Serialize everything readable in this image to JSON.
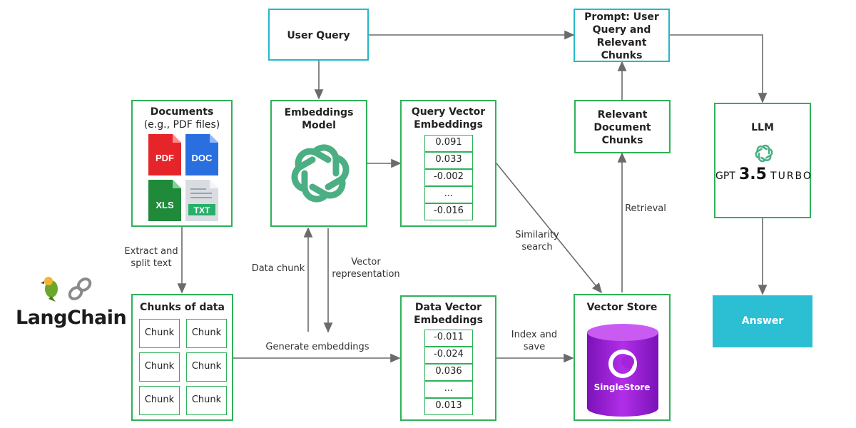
{
  "brand": {
    "name": "LangChain"
  },
  "documents": {
    "title": "Documents",
    "subtitle": "(e.g., PDF files)",
    "icons": [
      "PDF",
      "DOC",
      "XLS",
      "TXT"
    ]
  },
  "user_query": {
    "title": "User Query"
  },
  "embeddings_model": {
    "title_line1": "Embeddings",
    "title_line2": "Model"
  },
  "query_vector": {
    "title_line1": "Query Vector",
    "title_line2": "Embeddings",
    "values": [
      "0.091",
      "0.033",
      "-0.002",
      "...",
      "-0.016"
    ]
  },
  "prompt": {
    "line1": "Prompt: User",
    "line2": "Query and",
    "line3": "Relevant",
    "line4": "Chunks"
  },
  "relevant_chunks": {
    "line1": "Relevant",
    "line2": "Document",
    "line3": "Chunks"
  },
  "llm": {
    "title": "LLM",
    "model_gpt": "GPT",
    "model_version": "3.5",
    "model_turbo": "TURBO"
  },
  "chunks": {
    "title": "Chunks of data",
    "items": [
      "Chunk",
      "Chunk",
      "Chunk",
      "Chunk",
      "Chunk",
      "Chunk"
    ]
  },
  "data_vector": {
    "title_line1": "Data Vector",
    "title_line2": "Embeddings",
    "values": [
      "-0.011",
      "-0.024",
      "0.036",
      "...",
      "0.013"
    ]
  },
  "vector_store": {
    "title": "Vector Store",
    "product": "SingleStore"
  },
  "answer": {
    "label": "Answer"
  },
  "labels": {
    "extract_1": "Extract and",
    "extract_2": "split text",
    "data_chunk": "Data chunk",
    "vector_rep_1": "Vector",
    "vector_rep_2": "representation",
    "similarity_1": "Similarity",
    "similarity_2": "search",
    "retrieval": "Retrieval",
    "generate": "Generate embeddings",
    "index_1": "Index and",
    "index_2": "save"
  },
  "colors": {
    "green": "#2fb15a",
    "teal": "#25b8c9",
    "answer": "#2cbfd4",
    "arrow": "#6b6b6b",
    "store": "#9b1fd0"
  }
}
